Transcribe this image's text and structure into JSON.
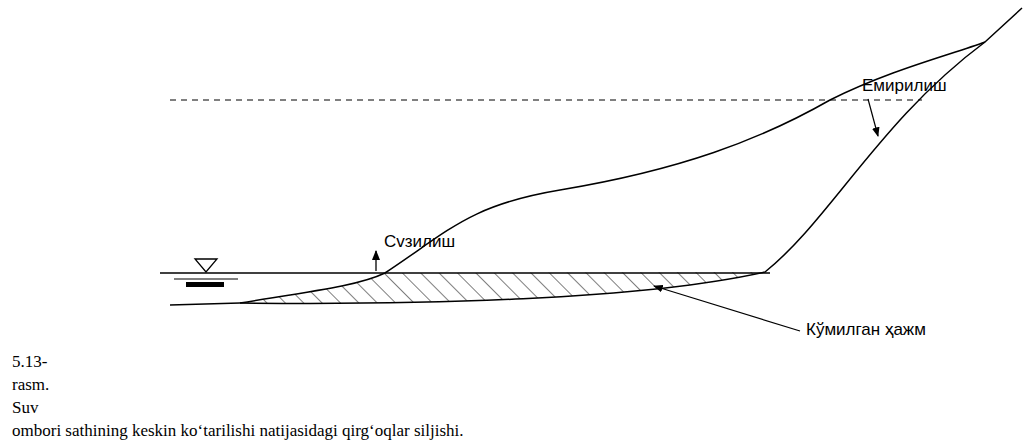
{
  "diagram": {
    "caption": "5.13-rasm. Suv ombori sathining keskin ko‘tarilishi natijasidagi qirg‘oqlar siljishi.",
    "labels": [
      "Сvзилиш",
      "Емирилиш",
      "Кўмилган ҳажм"
    ]
  }
}
